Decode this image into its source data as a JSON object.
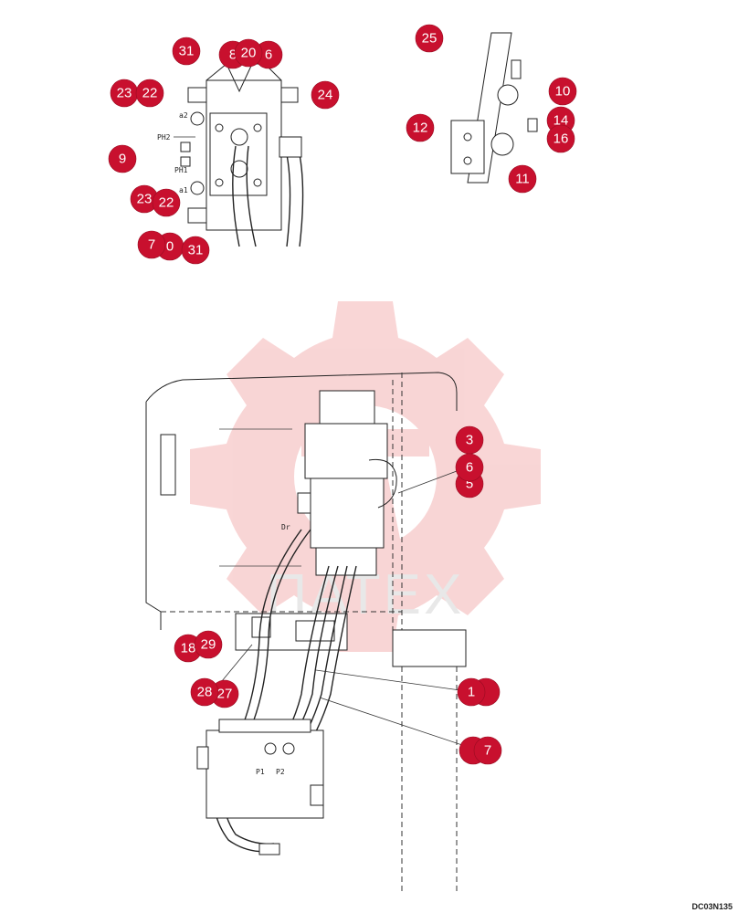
{
  "labels": {
    "a2": "a2",
    "a1": "a1",
    "ph2": "PH2",
    "ph1": "PH1",
    "dr": "Dr",
    "p1": "P1",
    "p2": "P2"
  },
  "watermark": {
    "text": "ПАТЕХ",
    "color": "#f2b8b8"
  },
  "callout_color": "#c8102e",
  "code": "DC03N135",
  "callouts": [
    "31",
    "8",
    "20",
    "6",
    "23",
    "22",
    "24",
    "9",
    "23",
    "22",
    "7",
    "0",
    "31",
    "25",
    "10",
    "14",
    "12",
    "16",
    "11",
    "3",
    "6",
    "5",
    "18",
    "29",
    "28",
    "27",
    "1",
    "7"
  ]
}
